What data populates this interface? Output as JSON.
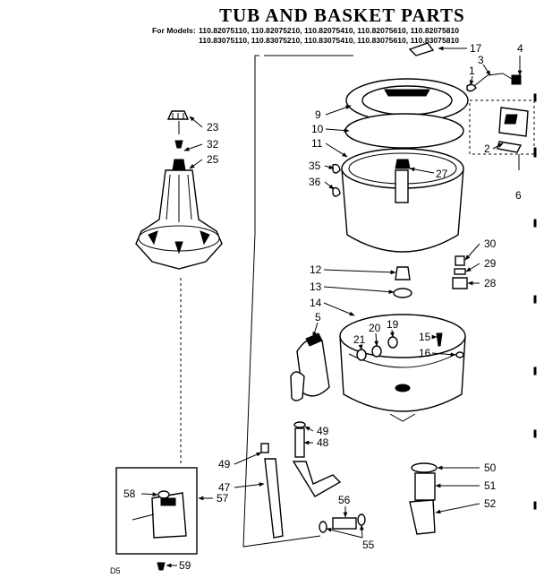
{
  "title": "TUB AND BASKET PARTS",
  "models_prefix": "For Models:",
  "models_line1": "110.82075110, 110.82075210, 110.82075410, 110.82075610, 110.82075810",
  "models_line2": "110.83075110, 110.83075210, 110.83075410, 110.83075610, 110.83075810",
  "footer_code": "D5",
  "callouts": {
    "c1": "1",
    "c2": "2",
    "c3": "3",
    "c4": "4",
    "c5": "5",
    "c6": "6",
    "c9": "9",
    "c10": "10",
    "c11": "11",
    "c12": "12",
    "c13": "13",
    "c14": "14",
    "c15": "15",
    "c16": "16",
    "c17": "17",
    "c19": "19",
    "c20": "20",
    "c21": "21",
    "c23": "23",
    "c25": "25",
    "c27": "27",
    "c28": "28",
    "c29": "29",
    "c30": "30",
    "c32": "32",
    "c35": "35",
    "c36": "36",
    "c47": "47",
    "c48": "48",
    "c49a": "49",
    "c49b": "49",
    "c50": "50",
    "c51": "51",
    "c52": "52",
    "c55": "55",
    "c56": "56",
    "c57": "57",
    "c58": "58",
    "c59": "59"
  }
}
